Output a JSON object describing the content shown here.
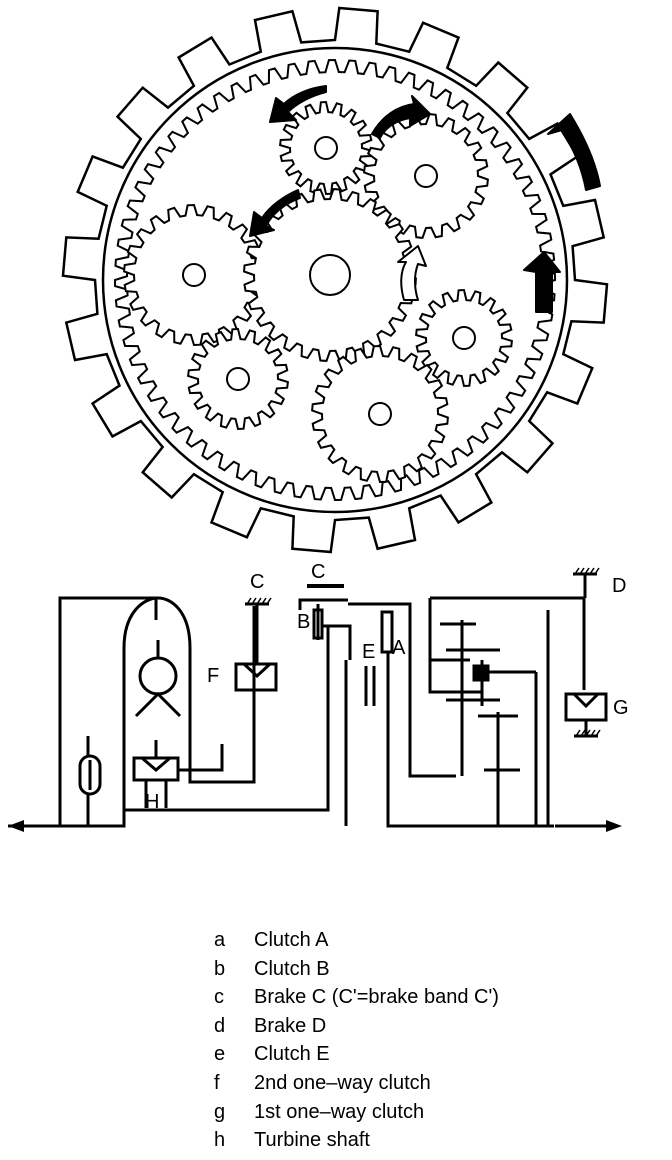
{
  "labels": {
    "c_top": "C",
    "c_left": "C",
    "d": "D",
    "b": "B",
    "e": "E",
    "a": "A",
    "f": "F",
    "g": "G",
    "h": "H"
  },
  "legend": [
    {
      "key": "a",
      "text": "Clutch A"
    },
    {
      "key": "b",
      "text": "Clutch B"
    },
    {
      "key": "c",
      "text": "Brake C (C'=brake band C')"
    },
    {
      "key": "d",
      "text": "Brake D"
    },
    {
      "key": "e",
      "text": "Clutch E"
    },
    {
      "key": "f",
      "text": "2nd one–way clutch"
    },
    {
      "key": "g",
      "text": "1st one–way clutch"
    },
    {
      "key": "h",
      "text": "Turbine shaft"
    }
  ]
}
